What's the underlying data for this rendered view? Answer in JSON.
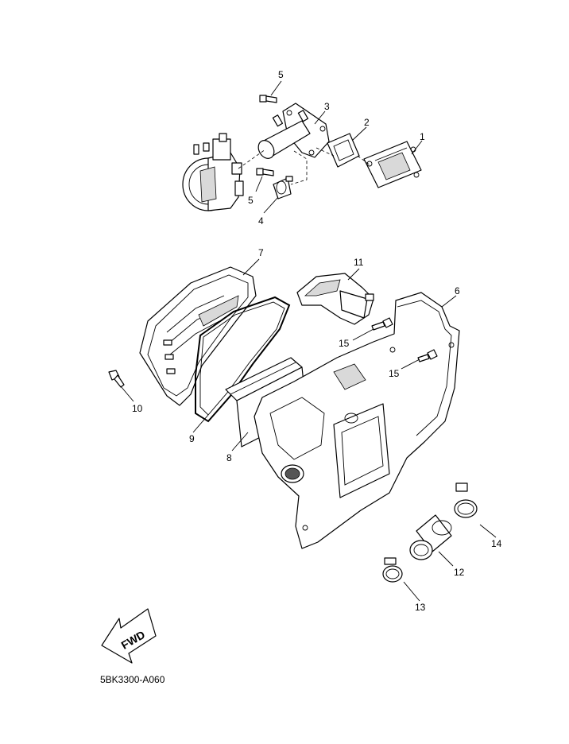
{
  "diagram_code": "5BK3300-A060",
  "fwd_label": "FWD",
  "callouts": {
    "c1": "1",
    "c2": "2",
    "c3": "3",
    "c4": "4",
    "c5a": "5",
    "c5b": "5",
    "c6": "6",
    "c7": "7",
    "c8": "8",
    "c9": "9",
    "c10": "10",
    "c11": "11",
    "c12": "12",
    "c13": "13",
    "c14": "14",
    "c15a": "15",
    "c15b": "15"
  }
}
